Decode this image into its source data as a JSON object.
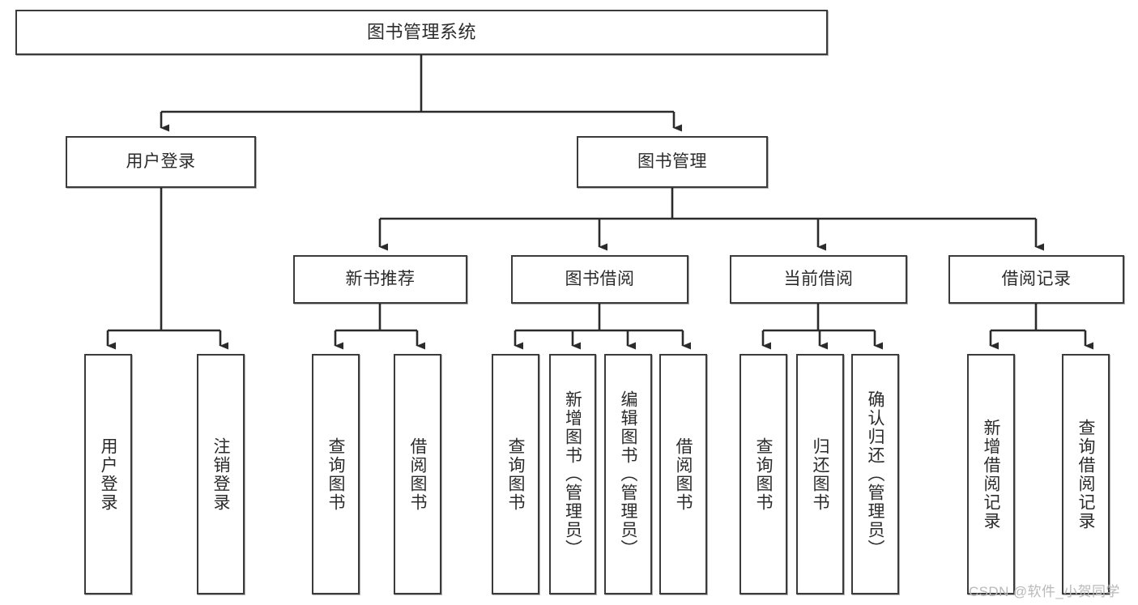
{
  "diagram": {
    "title": "图书管理系统",
    "type": "tree-hierarchy",
    "colors": {
      "box_border": "#3b3b3b",
      "box_fill": "#ffffff",
      "connector": "#2b2b2b",
      "text": "#2b2b2b",
      "watermark": "#b9b9b9"
    },
    "root": {
      "label": "图书管理系统"
    },
    "level2": [
      {
        "label": "用户登录"
      },
      {
        "label": "图书管理"
      }
    ],
    "level3": [
      {
        "label": "新书推荐"
      },
      {
        "label": "图书借阅"
      },
      {
        "label": "当前借阅"
      },
      {
        "label": "借阅记录"
      }
    ],
    "leaves": {
      "user_login": [
        {
          "label": "用户登录"
        },
        {
          "label": "注销登录"
        }
      ],
      "new_book_recommend": [
        {
          "label": "查询图书"
        },
        {
          "label": "借阅图书"
        }
      ],
      "book_borrow": [
        {
          "label": "查询图书"
        },
        {
          "label": "新增图书（管理员）"
        },
        {
          "label": "编辑图书（管理员）"
        },
        {
          "label": "借阅图书"
        }
      ],
      "current_borrow": [
        {
          "label": "查询图书"
        },
        {
          "label": "归还图书"
        },
        {
          "label": "确认归还（管理员）"
        }
      ],
      "borrow_record": [
        {
          "label": "新增借阅记录"
        },
        {
          "label": "查询借阅记录"
        }
      ]
    }
  },
  "watermark": {
    "text": "CSDN @软件_小贺同学"
  }
}
